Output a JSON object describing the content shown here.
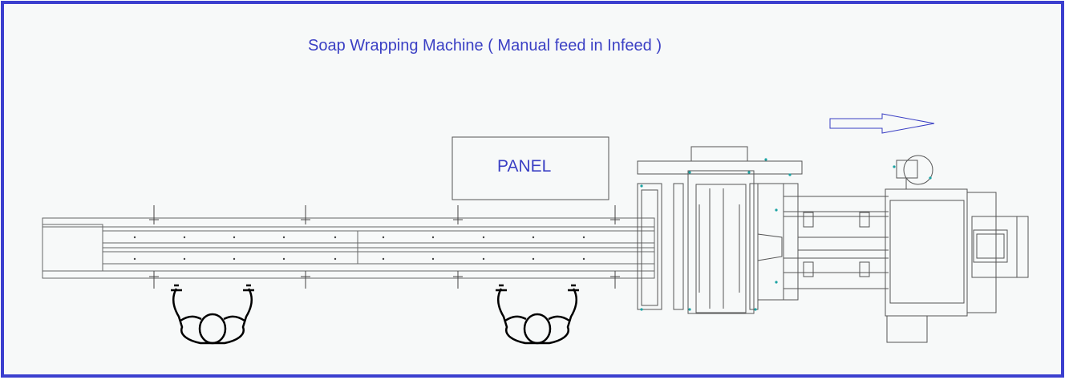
{
  "diagram": {
    "title": "Soap Wrapping Machine ( Manual feed in Infeed )",
    "panel_label": "PANEL",
    "colors": {
      "border": "#3b3fcf",
      "background": "#f7f9f9",
      "line": "#5a5a5a",
      "text": "#3a3fc4",
      "arrow": "#3a3fc4",
      "accent_dots": "#1aa3a3"
    },
    "operators": [
      "operator-left",
      "operator-right"
    ],
    "flow_direction": "right"
  }
}
